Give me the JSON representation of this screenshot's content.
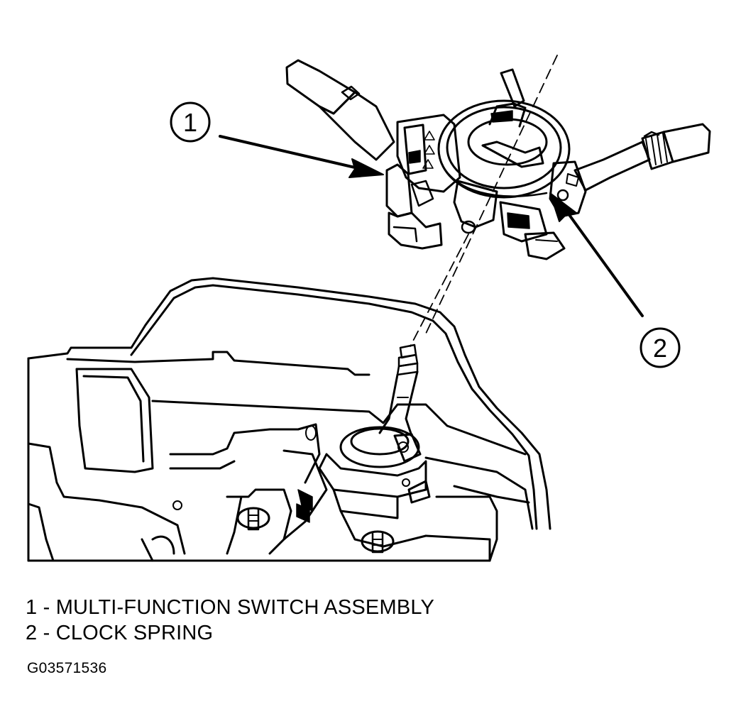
{
  "callouts": [
    {
      "number": "1",
      "label": "MULTI-FUNCTION SWITCH ASSEMBLY"
    },
    {
      "number": "2",
      "label": "CLOCK SPRING"
    }
  ],
  "legend": [
    {
      "number": "1",
      "text": "1 - MULTI-FUNCTION SWITCH ASSEMBLY"
    },
    {
      "number": "2",
      "text": "2 - CLOCK SPRING"
    }
  ],
  "figure_id": "G03571536"
}
